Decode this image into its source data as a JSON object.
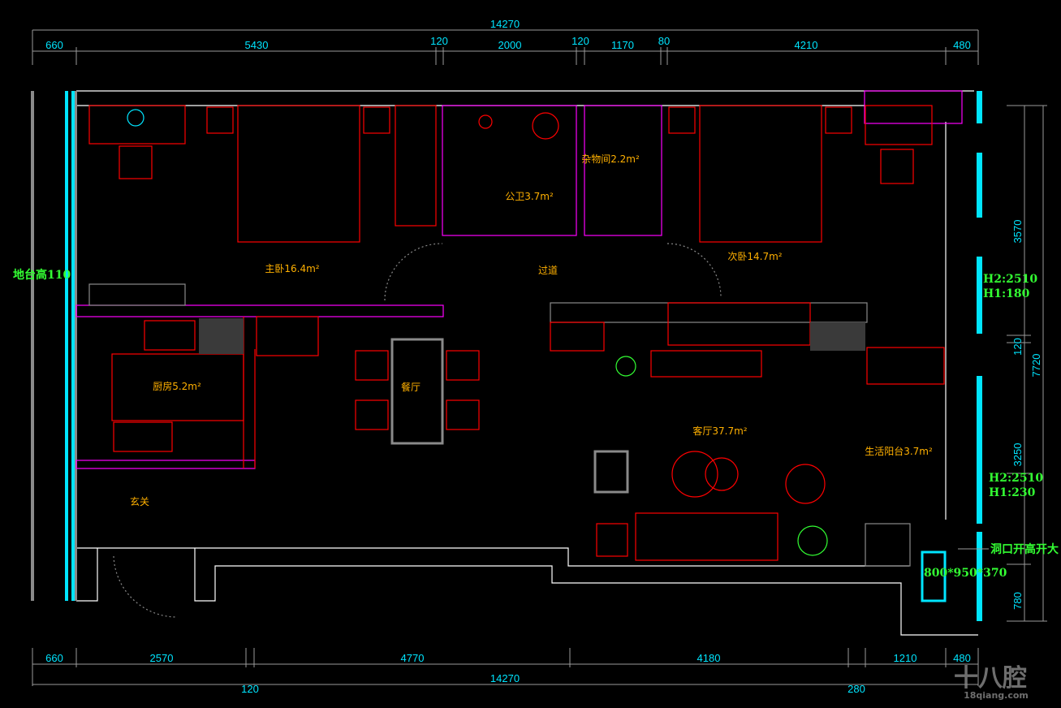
{
  "dimensions": {
    "top_total": "14270",
    "top": [
      "660",
      "5430",
      "120",
      "2000",
      "120",
      "1170",
      "80",
      "4210",
      "480"
    ],
    "bottom": [
      "660",
      "2570",
      "4770",
      "4180",
      "1210",
      "480"
    ],
    "bottom_total": "14270",
    "bottom_extra": [
      "120",
      "280"
    ],
    "right": [
      "3570",
      "120",
      "3250",
      "780"
    ],
    "right_total": "7720"
  },
  "rooms": {
    "master_bedroom": "主卧16.4m²",
    "second_bedroom": "次卧14.7m²",
    "bathroom": "公卫3.7m²",
    "storage": "杂物间2.2m²",
    "corridor": "过道",
    "kitchen": "厨房5.2m²",
    "dining": "餐厅",
    "living": "客厅37.7m²",
    "balcony": "生活阳台3.7m²",
    "entrance": "玄关"
  },
  "notes": {
    "platform": "地台高110",
    "window1_h2": "H2:2510",
    "window1_h1": "H1:180",
    "window2_h2": "H2:2510",
    "window2_h1": "H1:230",
    "opening": "洞口开高开大",
    "ac_size": "800*950*370"
  },
  "watermark": {
    "logo": "十八腔",
    "url": "18qiang.com"
  }
}
